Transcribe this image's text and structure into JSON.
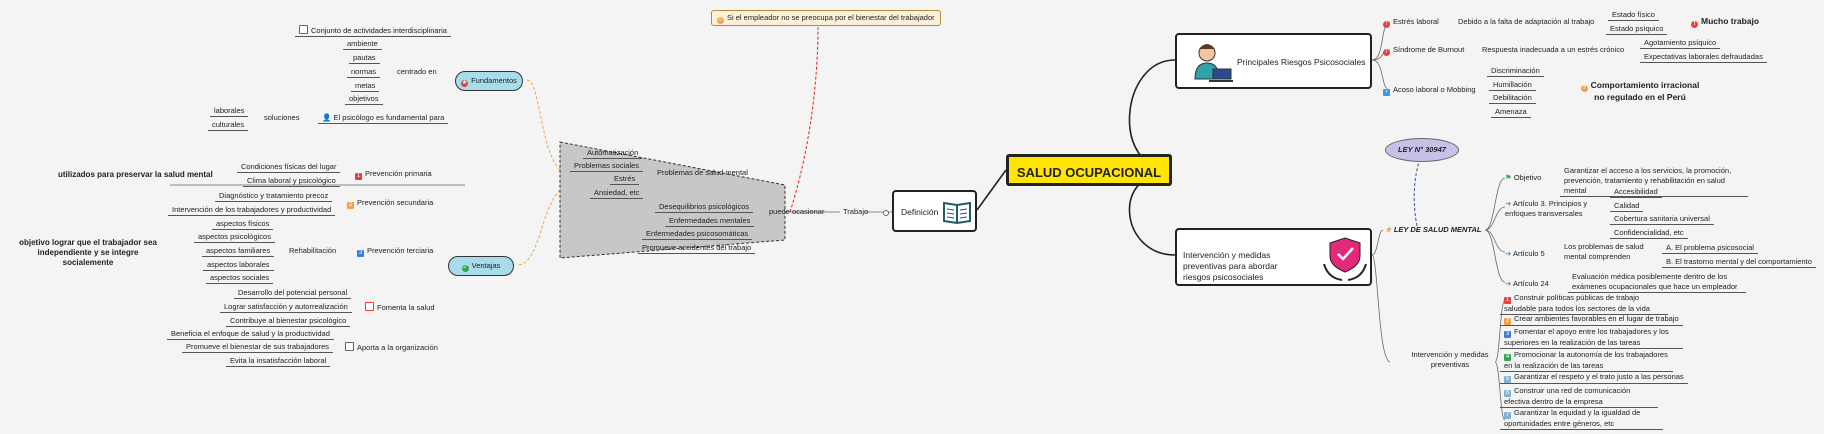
{
  "center": "SALUD OCUPACIONAL",
  "top_note": "Si el empleador no se preocupa por el bienestar del trabajador",
  "definicion": "Definición",
  "trabajo": "Trabajo",
  "puede_ocasionar": "puede ocasionar",
  "problemas_salud_mental": "Problemas de salud mental",
  "psm_items": [
    "Automatización",
    "Problemas sociales",
    "Estrés",
    "Ansiedad, etc"
  ],
  "psych_items": [
    "Desequilibrios psicológicos",
    "Enfermedades mentales",
    "Enfermedades psicosomáticas",
    "Promueve accidentes del trabajo"
  ],
  "fundamentos": {
    "label": "Fundamentos",
    "conjunto": "Conjunto de actividades interdisciplinaria",
    "centrado_en": "centrado en",
    "centrado_items": [
      "ambiente",
      "pautas",
      "normas",
      "metas",
      "objetivos"
    ],
    "psicologo": "El psicólogo es fundamental para",
    "soluciones": "soluciones",
    "soluciones_items": [
      "laborales",
      "culturales"
    ]
  },
  "ventajas": {
    "label": "Ventajas",
    "prev_primaria": "Prevención primaria",
    "primaria_items": [
      "Condiciones físicas del lugar",
      "Clima laboral y psicológico"
    ],
    "primaria_note": "utilizados para preservar la salud mental",
    "prev_secundaria": "Prevención secundaria",
    "secundaria_items": [
      "Diagnóstico y tratamiento precoz",
      "Intervención de los trabajadores y productividad"
    ],
    "prev_terciaria": "Prevención terciaria",
    "rehabilitacion": "Rehabilitación",
    "rehab_items": [
      "aspectos físicos",
      "aspectos psicológicos",
      "aspectos familiares",
      "aspectos laborales",
      "aspectos sociales"
    ],
    "terciaria_note": "objetivo lograr que el trabajador sea independiente y se integre socialemente",
    "fomenta": "Fomenta la salud",
    "fomenta_items": [
      "Desarrollo del potencial personal",
      "Lograr satisfacción y autorrealización",
      "Contribuye al bienestar psicológico"
    ],
    "aporta": "Aporta a la organización",
    "aporta_items": [
      "Beneficia el enfoque de salud y la productividad",
      "Promueve el bienestar de sus trabajadores",
      "Evita la insatisfacción laboral"
    ]
  },
  "riesgos": {
    "label": "Principales Riesgos Psicosociales",
    "estres": "Estrés laboral",
    "estres_causa": "Debido a la falta de adaptación al trabajo",
    "estres_items": [
      "Estado físico",
      "Estado psíquico"
    ],
    "mucho_trabajo": "Mucho trabajo",
    "burnout": "Síndrome de Burnout",
    "burnout_causa": "Respuesta inadecuada a un estrés crónico",
    "burnout_items": [
      "Agotamiento psíquico",
      "Expectativas laborales defraudadas"
    ],
    "acoso": "Acoso laboral o Mobbing",
    "acoso_items": [
      "Discriminación",
      "Humillación",
      "Debilitación",
      "Amenaza"
    ],
    "comportamiento": "Comportamiento irracional no regulado en el Perú"
  },
  "intervencion": {
    "label": "Intervención y medidas preventivas para abordar riesgos psicosociales",
    "ley_cloud": "LEY N° 30947",
    "ley": "LEY DE SALUD MENTAL",
    "objetivo": "Objetivo",
    "objetivo_text": "Garantizar el acceso a los servicios, la promoción, prevención, tratamiento y rehabilitación en salud mental",
    "art3": "Artículo 3. Principios y enfoques transversales",
    "art3_items": [
      "Accesibilidad",
      "Calidad",
      "Cobertura sanitaria universal",
      "Confidencialidad, etc"
    ],
    "art5": "Artículo 5",
    "art5_text": "Los problemas de salud mental comprenden",
    "art5_items": [
      "A. El problema psicosocial",
      "B. El trastorno mental y del comportamiento"
    ],
    "art24": "Artículo 24",
    "art24_text": "Evaluación médica posiblemente dentro de los exámenes ocupacionales que hace un empleador",
    "medidas": "Intervención y medidas preventivas",
    "medidas_items": [
      "Construir políticas públicas de trabajo saludable para todos los sectores de la vida",
      "Crear ambientes favorables en el lugar de trabajo",
      "Fomentar el apoyo entre los trabajadores y los superiores en la realización de las tareas",
      "Promocionar la autonomía de los trabajadores en la realización de las tareas",
      "Garantizar el respeto y el trato justo a las personas",
      "Construir una red de comunicación efectiva dentro de la empresa",
      "Garantizar la equidad y la igualdad de oportunidades entre géneros, etc"
    ]
  },
  "colors": {
    "center": "#ffe500",
    "pill": "#a8dcea",
    "cloud": "#c9c0e8",
    "orange": "#f4a24a",
    "red": "#e02020"
  }
}
